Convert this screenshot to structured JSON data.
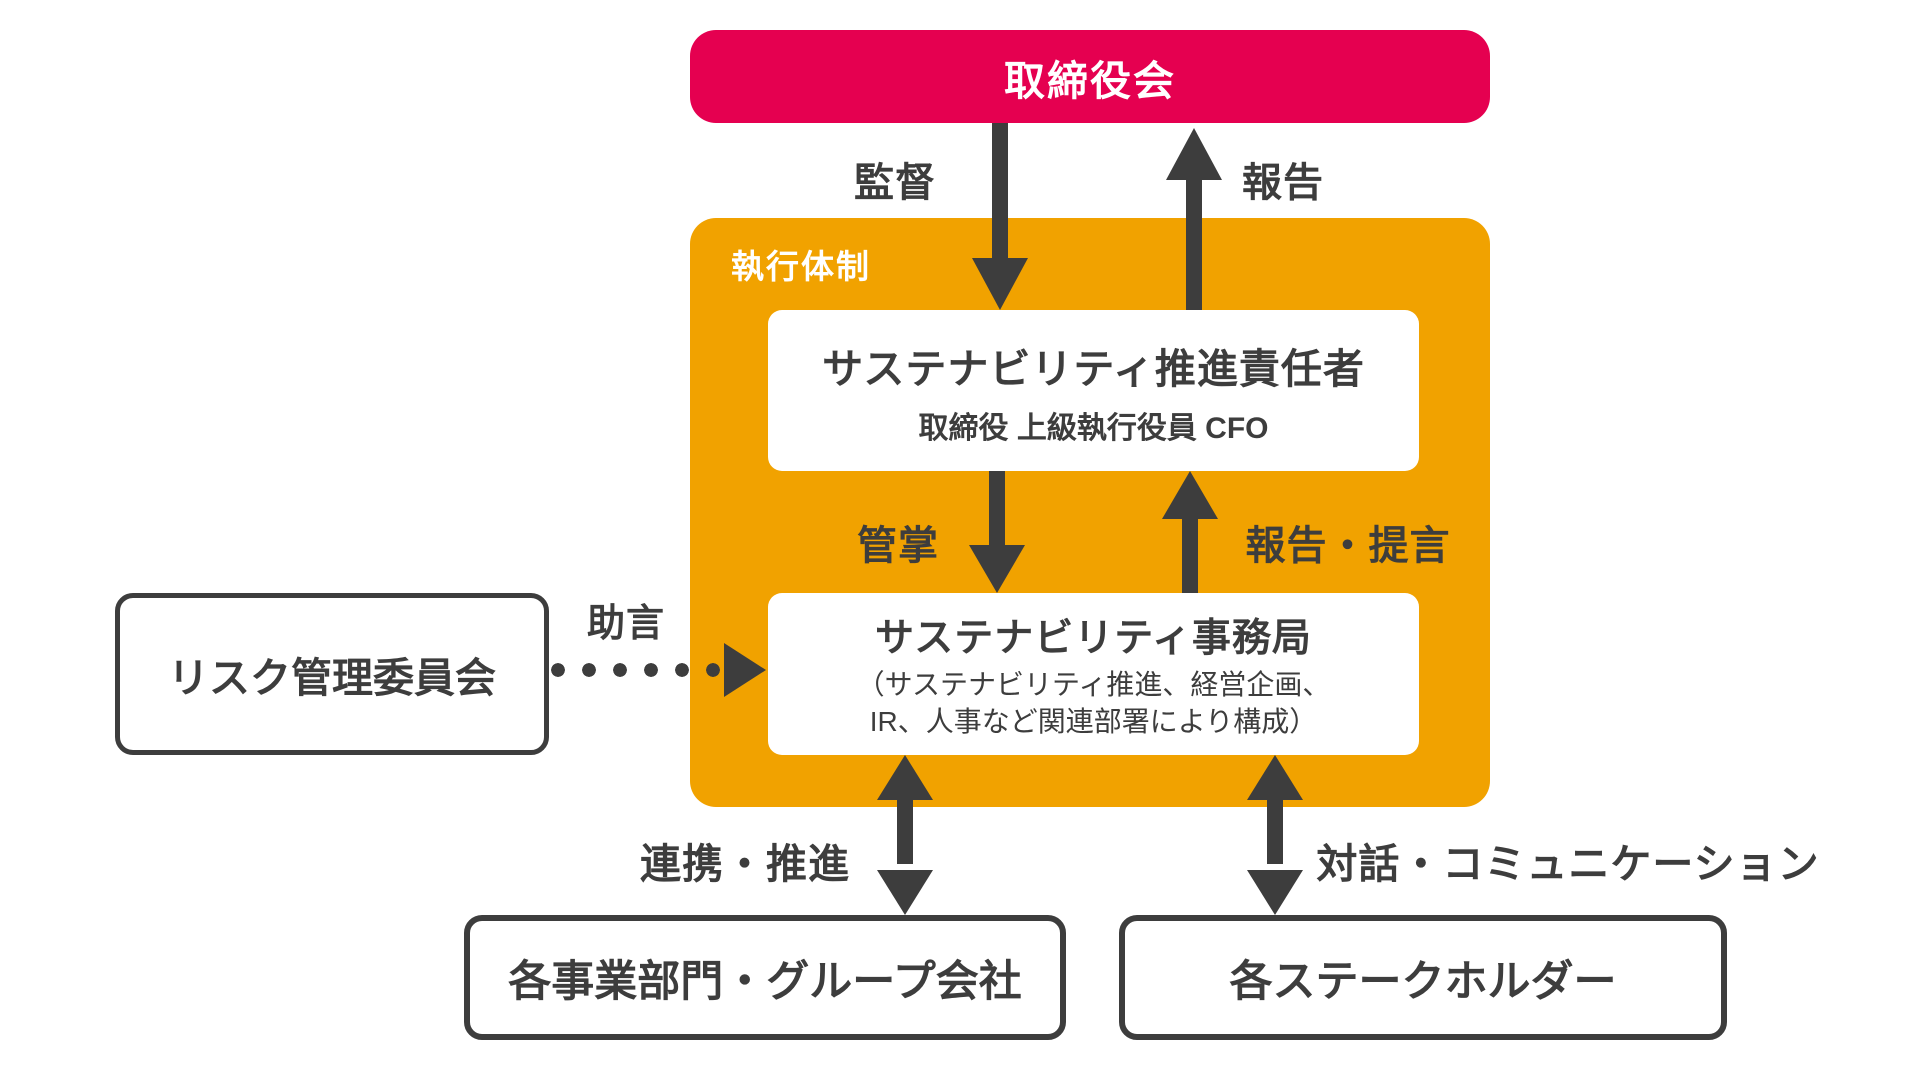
{
  "diagram": {
    "board": {
      "label": "取締役会"
    },
    "execution": {
      "label": "執行体制"
    },
    "officer": {
      "title": "サステナビリティ推進責任者",
      "subtitle": "取締役 上級執行役員 CFO"
    },
    "secretariat": {
      "title": "サステナビリティ事務局",
      "note_line1": "（サステナビリティ推進、経営企画、",
      "note_line2": "IR、人事など関連部署により構成）"
    },
    "risk_committee": {
      "label": "リスク管理委員会"
    },
    "business_units": {
      "label": "各事業部門・グループ会社"
    },
    "stakeholders": {
      "label": "各ステークホルダー"
    },
    "flows": {
      "supervision": "監督",
      "report": "報告",
      "jurisdiction": "管掌",
      "report_proposal": "報告・提言",
      "advice": "助言",
      "collaboration": "連携・推進",
      "dialogue": "対話・コミュニケーション"
    },
    "colors": {
      "board_bg": "#E50050",
      "execution_bg": "#F1A200",
      "arrow_and_text": "#3D3D3D",
      "inner_box_bg": "#FFFFFF"
    }
  }
}
